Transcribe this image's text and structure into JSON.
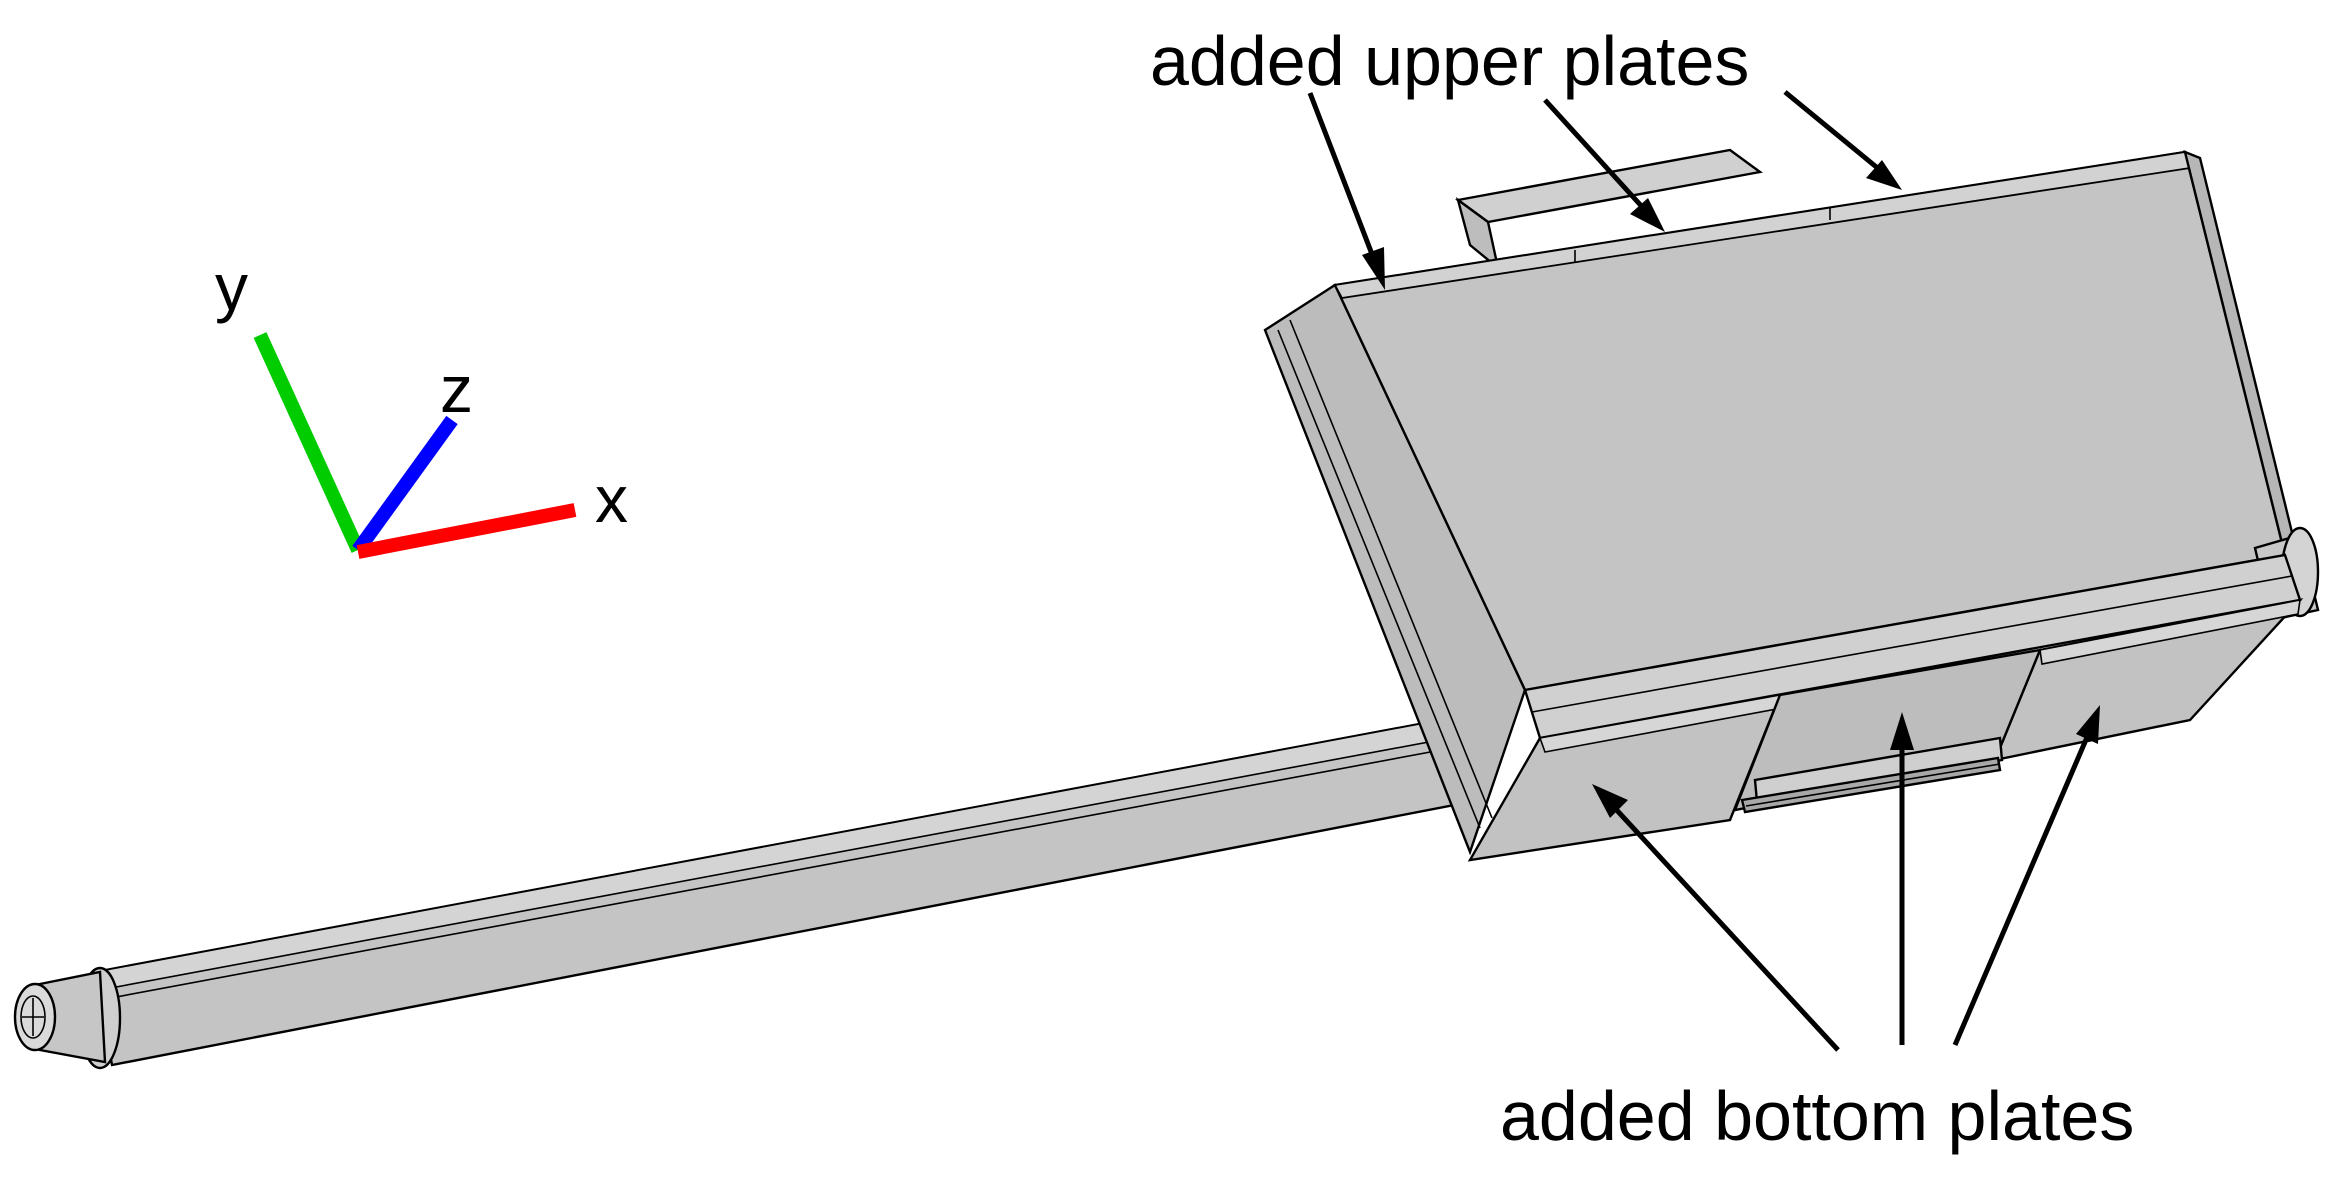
{
  "annotations": {
    "upper_plates": "added upper plates",
    "bottom_plates": "added bottom plates"
  },
  "axes": {
    "x": {
      "label": "x",
      "color": "#ff0000"
    },
    "y": {
      "label": "y",
      "color": "#00cc00"
    },
    "z": {
      "label": "z",
      "color": "#0000ff"
    }
  },
  "colors": {
    "background": "#ffffff",
    "model_surface": "#c4c4c4",
    "model_side": "#b9b9b9",
    "model_end": "#d3d3d3",
    "edges": "#000000"
  }
}
